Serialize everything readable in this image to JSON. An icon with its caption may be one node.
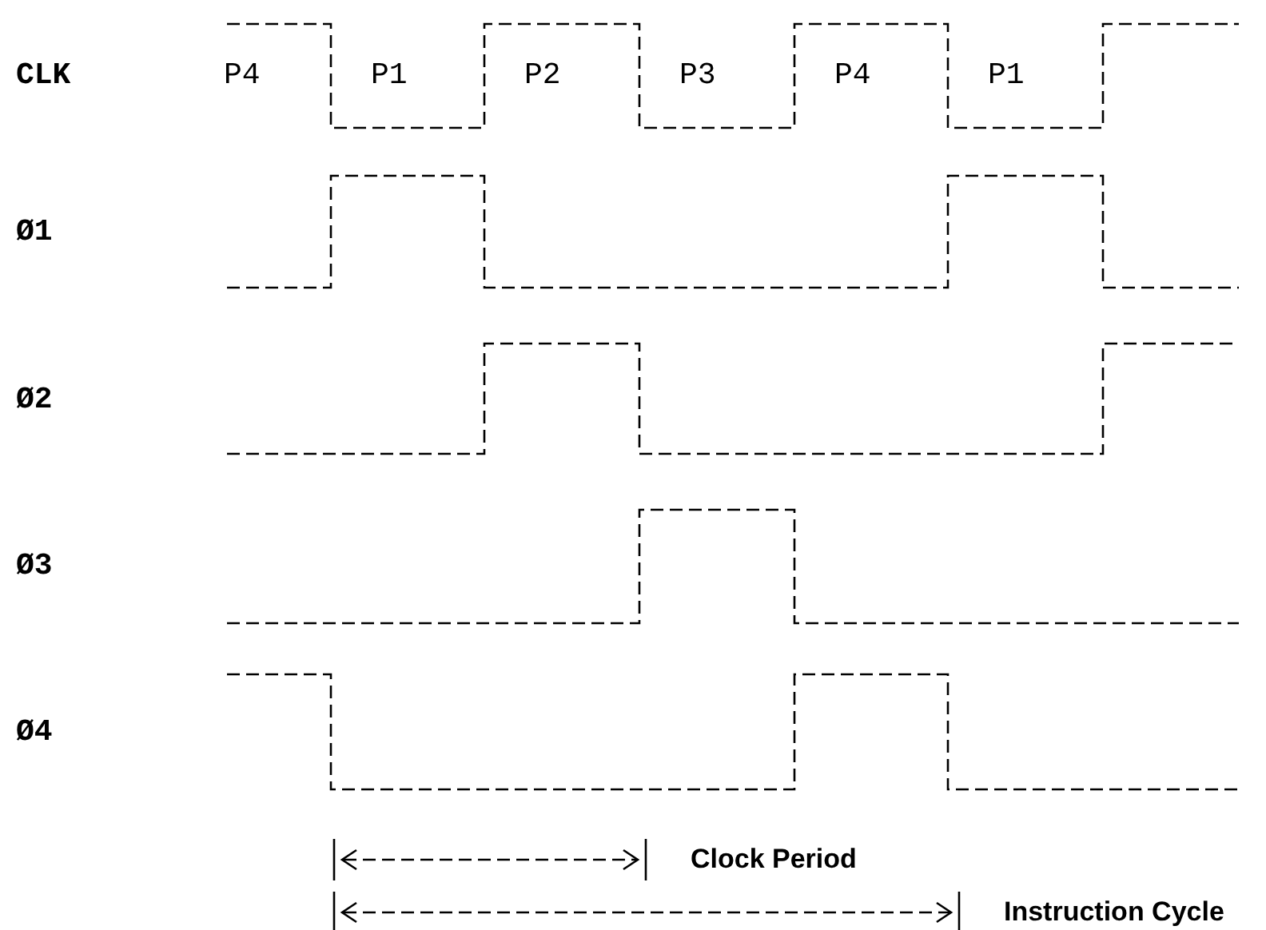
{
  "diagram": {
    "labels": [
      "CLK",
      "P4",
      "P1",
      "P2",
      "P3",
      "P4",
      "P1",
      "Ø1",
      "Ø2",
      "Ø3",
      "Ø4",
      "Clock Period",
      "Instruction Cycle"
    ]
  }
}
